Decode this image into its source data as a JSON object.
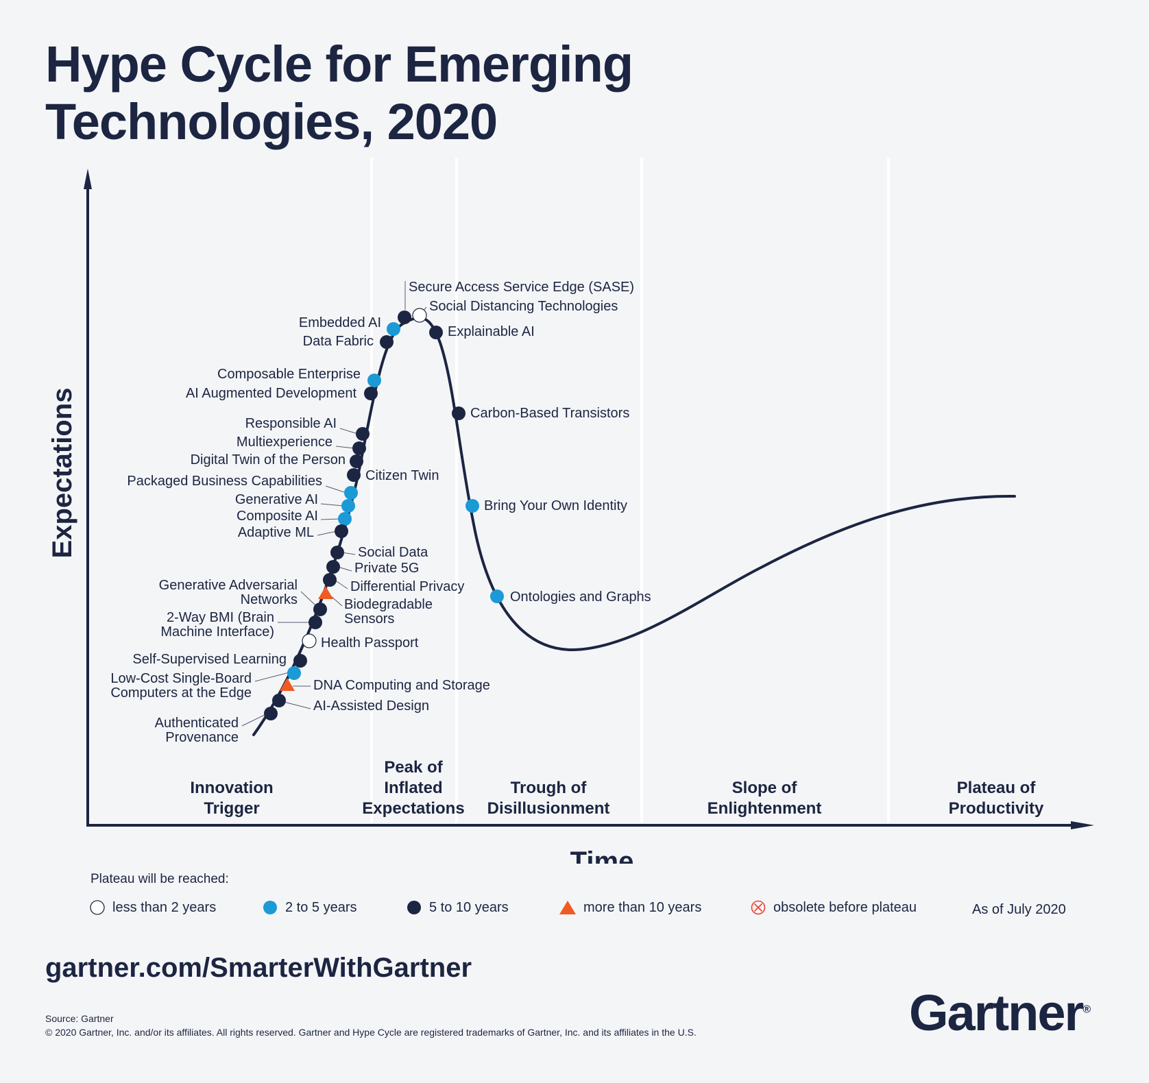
{
  "title_lines": [
    "Hype Cycle for Emerging",
    "Technologies, 2020"
  ],
  "chart_data": {
    "type": "scatter",
    "title": "Hype Cycle for Emerging Technologies, 2020",
    "xlabel": "Time",
    "ylabel": "Expectations",
    "phases": [
      {
        "name": "innovation-trigger",
        "lines": [
          "Innovation",
          "Trigger"
        ]
      },
      {
        "name": "peak",
        "lines": [
          "Peak of",
          "Inflated",
          "Expectations"
        ]
      },
      {
        "name": "trough",
        "lines": [
          "Trough of",
          "Disillusionment"
        ]
      },
      {
        "name": "slope",
        "lines": [
          "Slope of",
          "Enlightenment"
        ]
      },
      {
        "name": "plateau",
        "lines": [
          "Plateau of",
          "Productivity"
        ]
      }
    ],
    "technologies": [
      {
        "name": "Secure Access Service Edge (SASE)",
        "lines": [
          "Secure Access Service Edge (SASE)"
        ],
        "category": "5to10"
      },
      {
        "name": "Social Distancing Technologies",
        "lines": [
          "Social Distancing Technologies"
        ],
        "category": "lt2"
      },
      {
        "name": "Embedded AI",
        "lines": [
          "Embedded AI"
        ],
        "category": "2to5"
      },
      {
        "name": "Data Fabric",
        "lines": [
          "Data Fabric"
        ],
        "category": "5to10"
      },
      {
        "name": "Explainable AI",
        "lines": [
          "Explainable AI"
        ],
        "category": "5to10"
      },
      {
        "name": "Composable Enterprise",
        "lines": [
          "Composable Enterprise"
        ],
        "category": "2to5"
      },
      {
        "name": "AI Augmented Development",
        "lines": [
          "AI Augmented Development"
        ],
        "category": "5to10"
      },
      {
        "name": "Carbon-Based Transistors",
        "lines": [
          "Carbon-Based Transistors"
        ],
        "category": "5to10"
      },
      {
        "name": "Responsible AI",
        "lines": [
          "Responsible AI"
        ],
        "category": "5to10"
      },
      {
        "name": "Multiexperience",
        "lines": [
          "Multiexperience"
        ],
        "category": "5to10"
      },
      {
        "name": "Digital Twin of the Person",
        "lines": [
          "Digital Twin of the Person"
        ],
        "category": "5to10"
      },
      {
        "name": "Citizen Twin",
        "lines": [
          "Citizen Twin"
        ],
        "category": "5to10"
      },
      {
        "name": "Packaged Business Capabilities",
        "lines": [
          "Packaged Business Capabilities"
        ],
        "category": "2to5"
      },
      {
        "name": "Generative AI",
        "lines": [
          "Generative AI"
        ],
        "category": "2to5"
      },
      {
        "name": "Composite AI",
        "lines": [
          "Composite AI"
        ],
        "category": "2to5"
      },
      {
        "name": "Adaptive ML",
        "lines": [
          "Adaptive ML"
        ],
        "category": "5to10"
      },
      {
        "name": "Bring Your Own Identity",
        "lines": [
          "Bring Your Own Identity"
        ],
        "category": "2to5"
      },
      {
        "name": "Social Data",
        "lines": [
          "Social Data"
        ],
        "category": "5to10"
      },
      {
        "name": "Private 5G",
        "lines": [
          "Private 5G"
        ],
        "category": "5to10"
      },
      {
        "name": "Differential Privacy",
        "lines": [
          "Differential Privacy"
        ],
        "category": "5to10"
      },
      {
        "name": "Generative Adversarial Networks",
        "lines": [
          "Generative Adversarial",
          "Networks"
        ],
        "category": "5to10"
      },
      {
        "name": "Biodegradable Sensors",
        "lines": [
          "Biodegradable",
          "Sensors"
        ],
        "category": "gt10"
      },
      {
        "name": "Ontologies and Graphs",
        "lines": [
          "Ontologies and Graphs"
        ],
        "category": "2to5"
      },
      {
        "name": "2-Way BMI (Brain Machine Interface)",
        "lines": [
          "2-Way BMI (Brain",
          "Machine Interface)"
        ],
        "category": "5to10"
      },
      {
        "name": "Health Passport",
        "lines": [
          "Health Passport"
        ],
        "category": "lt2"
      },
      {
        "name": "Self-Supervised Learning",
        "lines": [
          "Self-Supervised Learning"
        ],
        "category": "5to10"
      },
      {
        "name": "Low-Cost Single-Board Computers at the Edge",
        "lines": [
          "Low-Cost Single-Board",
          "Computers at the Edge"
        ],
        "category": "2to5"
      },
      {
        "name": "DNA Computing and Storage",
        "lines": [
          "DNA Computing and Storage"
        ],
        "category": "gt10"
      },
      {
        "name": "AI-Assisted Design",
        "lines": [
          "AI-Assisted Design"
        ],
        "category": "5to10"
      },
      {
        "name": "Authenticated Provenance",
        "lines": [
          "Authenticated",
          "Provenance"
        ],
        "category": "5to10"
      }
    ],
    "grid": false
  },
  "legend": {
    "title": "Plateau will be reached:",
    "items": [
      {
        "key": "lt2",
        "label": "less than 2 years",
        "marker": "hollow-circle"
      },
      {
        "key": "2to5",
        "label": "2 to 5 years",
        "marker": "light-blue-circle"
      },
      {
        "key": "5to10",
        "label": "5 to 10 years",
        "marker": "dark-navy-circle"
      },
      {
        "key": "gt10",
        "label": "more than 10 years",
        "marker": "orange-triangle"
      },
      {
        "key": "obsolete",
        "label": "obsolete before plateau",
        "marker": "crossed-circle"
      }
    ],
    "as_of": "As of July 2020"
  },
  "colors": {
    "navy": "#1c2541",
    "light_blue": "#1b9ad6",
    "orange": "#f05a23",
    "crossed": "#e8432f",
    "background": "#f4f5f7",
    "divider": "#ffffff"
  },
  "footer": {
    "url": "gartner.com/SmarterWithGartner",
    "source": "Source: Gartner",
    "copyright": "© 2020 Gartner, Inc. and/or its affiliates. All rights reserved. Gartner and Hype Cycle are registered trademarks of Gartner, Inc. and its affiliates in the U.S.",
    "logo_text": "Gartner",
    "logo_mark": "®"
  }
}
